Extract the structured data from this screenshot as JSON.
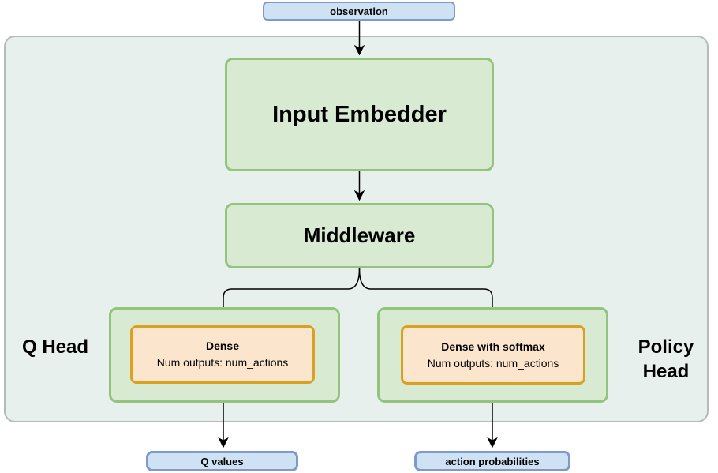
{
  "diagram": {
    "observation": {
      "label": "observation"
    },
    "input_embedder": {
      "label": "Input Embedder"
    },
    "middleware": {
      "label": "Middleware"
    },
    "q_head": {
      "label": "Q Head",
      "dense": {
        "title": "Dense",
        "subtitle": "Num outputs: num_actions"
      },
      "output": {
        "label": "Q values"
      }
    },
    "policy_head": {
      "label": "Policy Head",
      "dense": {
        "title": "Dense with softmax",
        "subtitle": "Num outputs: num_actions"
      },
      "output": {
        "label": "action probabilities"
      }
    },
    "colors": {
      "blue_fill": "#cfe2f3",
      "blue_border": "#7e9aca",
      "green_fill": "#d9ead3",
      "green_border": "#93c47d",
      "orange_fill": "#fce5cd",
      "orange_border": "#d9a021",
      "container_fill": "#e8f0ed",
      "container_border": "#b4bbb9",
      "arrow": "#000000"
    }
  }
}
